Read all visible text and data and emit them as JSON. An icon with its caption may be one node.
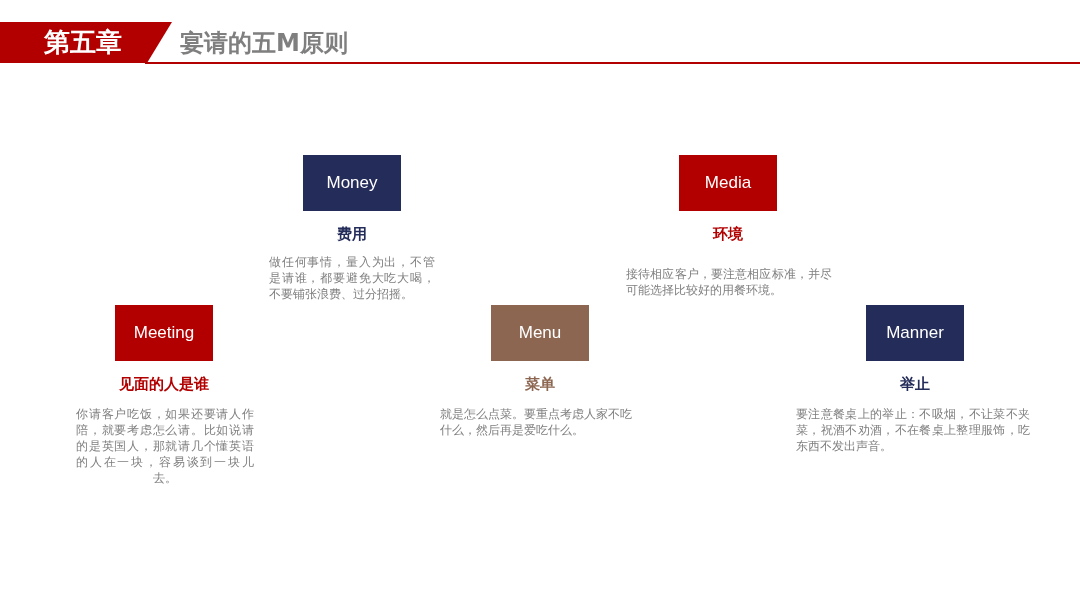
{
  "diagram": {
    "title": "宴请的五M原则",
    "nodes": [
      {
        "text": [
          "Money"
        ],
        "beside": [
          "费用",
          "做任何事情，量入为出，不管是请谁，都要避免大吃大喝，不要铺张浪费、过分招摇。"
        ]
      },
      {
        "text": [
          "Media"
        ],
        "beside": [
          "环境",
          "接待相应客户，要注意相应标准，并尽可能选择比较好的用餐环境。"
        ]
      },
      {
        "text": [
          "Meeting"
        ],
        "beside": [
          "见面的人是谁",
          "你请客户吃饭，如果还要请人作陪，就要考虑怎么请。比如说请的是英国人，那就请几个懂英语的人在一块，容易谈到一块儿去。"
        ]
      },
      {
        "text": [
          "Menu"
        ],
        "beside": [
          "菜单",
          "就是怎么点菜。要重点考虑人家不吃什么，然后再是爱吃什么。"
        ]
      },
      {
        "text": [
          "Manner"
        ],
        "beside": [
          "举止",
          "要注意餐桌上的举止：不吸烟，不让菜不夹菜，祝酒不劝酒，不在餐桌上整理服饰，吃东西不发出声音。"
        ]
      }
    ],
    "labels": [
      "第五章"
    ]
  }
}
